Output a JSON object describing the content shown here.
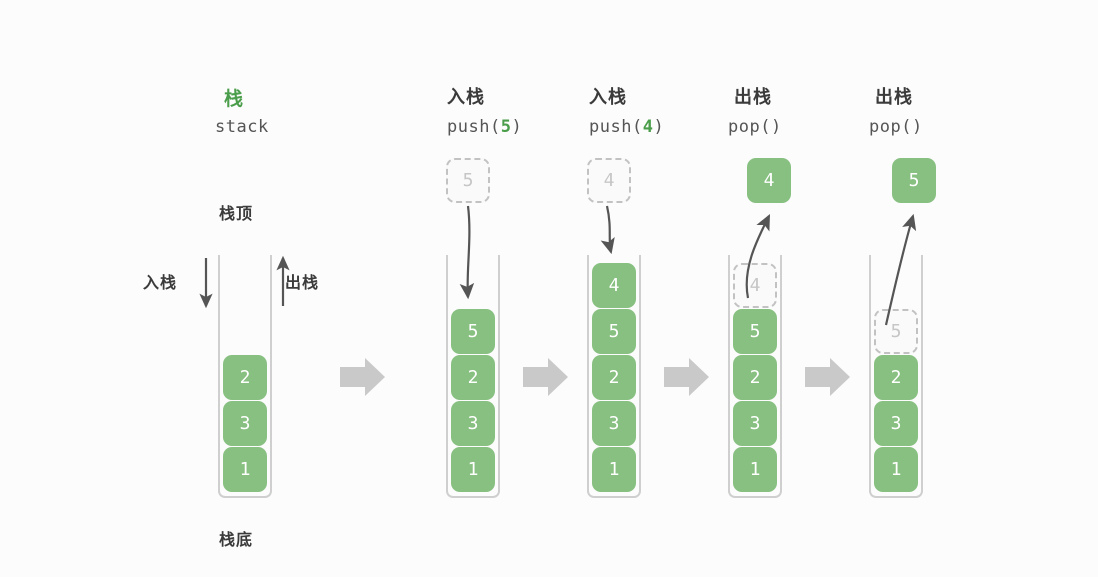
{
  "diagram": {
    "title_cn": "栈",
    "title_en": "stack",
    "title_color": "#4a9d4a",
    "box_color": "#87c080",
    "ghost_color": "#fafafa",
    "ghost_border": "#c2c2c2",
    "wall_color": "#cfcfcf",
    "flow_arrow_color": "#c9c9c9",
    "motion_arrow_color": "#555555",
    "background": "#fcfcfc",
    "labels": {
      "top": "栈顶",
      "bottom": "栈底",
      "push_side": "入栈",
      "pop_side": "出栈"
    },
    "panels": [
      {
        "id": "initial",
        "heading_cn": "",
        "heading_code": "",
        "stack": [
          "2",
          "3",
          "1"
        ],
        "floating": null,
        "ghost": null
      },
      {
        "id": "push-5",
        "heading_cn": "入栈",
        "heading_code_prefix": "push(",
        "heading_code_value": "5",
        "heading_code_suffix": ")",
        "stack": [
          "5",
          "2",
          "3",
          "1"
        ],
        "floating": {
          "value": "5",
          "kind": "ghost"
        },
        "ghost": null
      },
      {
        "id": "push-4",
        "heading_cn": "入栈",
        "heading_code_prefix": "push(",
        "heading_code_value": "4",
        "heading_code_suffix": ")",
        "stack": [
          "4",
          "5",
          "2",
          "3",
          "1"
        ],
        "floating": {
          "value": "4",
          "kind": "ghost"
        },
        "ghost": null
      },
      {
        "id": "pop-4",
        "heading_cn": "出栈",
        "heading_code_prefix": "pop(",
        "heading_code_value": "",
        "heading_code_suffix": ")",
        "stack": [
          "5",
          "2",
          "3",
          "1"
        ],
        "floating": {
          "value": "4",
          "kind": "solid"
        },
        "ghost": {
          "value": "4"
        }
      },
      {
        "id": "pop-5",
        "heading_cn": "出栈",
        "heading_code_prefix": "pop(",
        "heading_code_value": "",
        "heading_code_suffix": ")",
        "stack": [
          "2",
          "3",
          "1"
        ],
        "floating": {
          "value": "5",
          "kind": "solid"
        },
        "ghost": {
          "value": "5"
        }
      }
    ]
  }
}
